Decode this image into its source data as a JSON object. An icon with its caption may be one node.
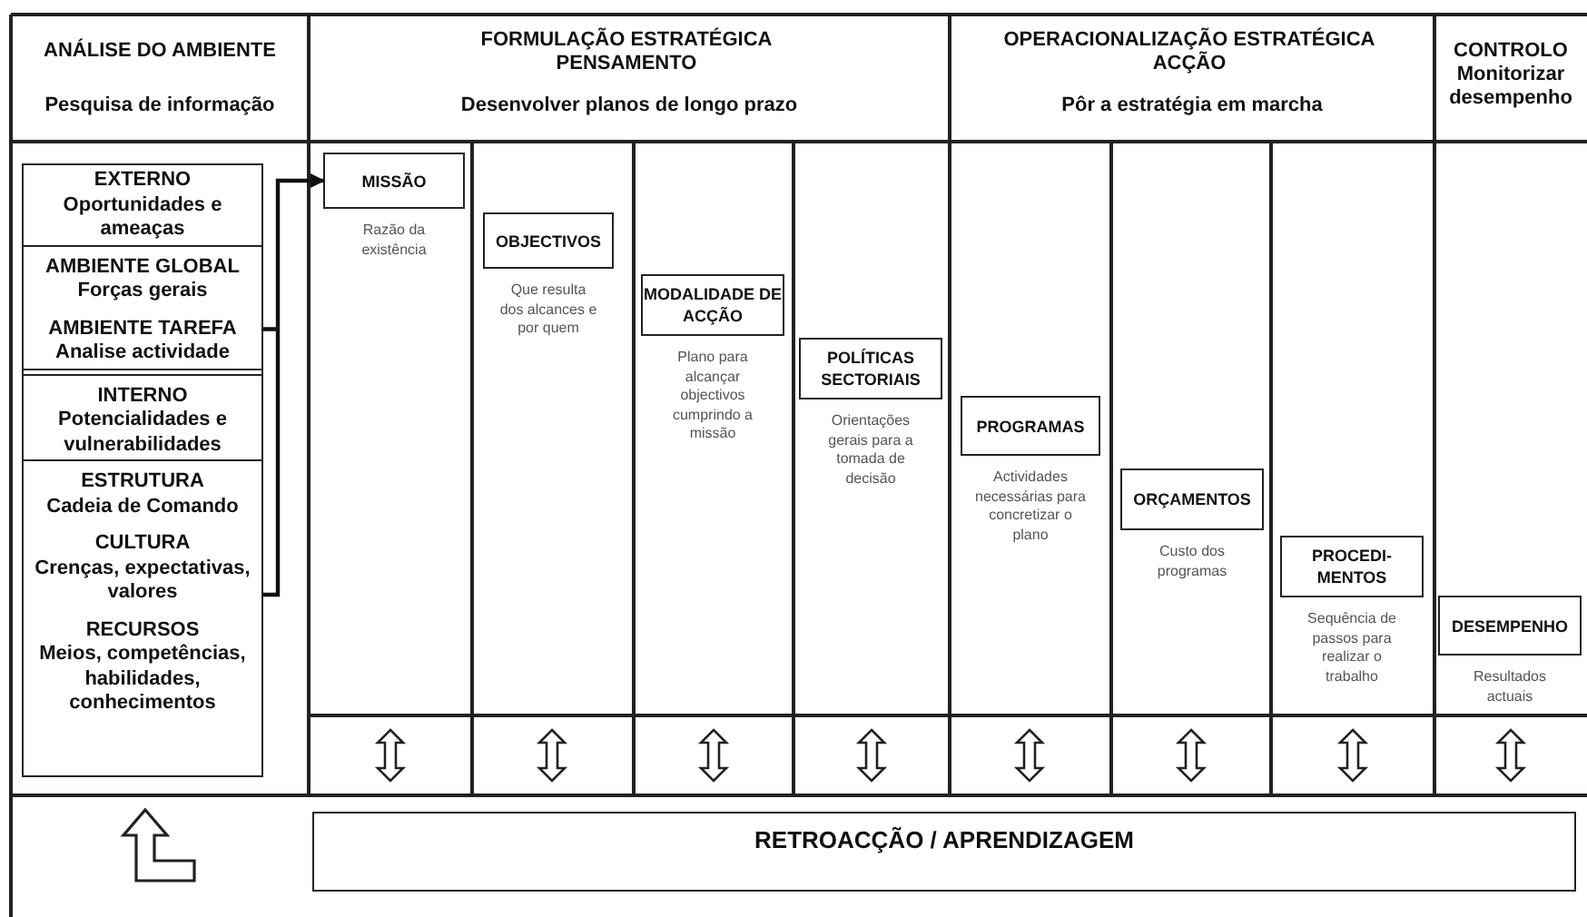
{
  "diagram": {
    "nodes": [
      {
        "text": [
          "EXTERNO",
          "Oportunidades e ameaças",
          "AMBIENTE GLOBAL",
          "Forças gerais",
          "AMBIENTE TAREFA",
          "Analise actividade",
          "INTERNO",
          "Potencialidades e vulnerabilidades",
          "ESTRUTURA",
          "Cadeia de Comando",
          "CULTURA",
          "Crenças, expectativas, valores",
          "RECURSOS",
          "Meios, competências, habilidades, conhecimentos"
        ]
      },
      {
        "text": [
          "MISSÃO"
        ],
        "beside": [
          "Razão da existência"
        ]
      },
      {
        "text": [
          "OBJECTIVOS"
        ],
        "beside": [
          "Que resulta dos alcances e por quem"
        ]
      },
      {
        "text": [
          "MODALIDADE DE ACÇÃO"
        ],
        "beside": [
          "Plano para alcançar objectivos cumprindo a missão"
        ]
      },
      {
        "text": [
          "POLÍTICAS SECTORIAIS"
        ],
        "beside": [
          "Orientações gerais para a tomada de decisão"
        ]
      },
      {
        "text": [
          "PROGRAMAS"
        ],
        "beside": [
          "Actividades necessárias para concretizar o plano"
        ]
      },
      {
        "text": [
          "ORÇAMENTOS"
        ],
        "beside": [
          "Custo dos programas"
        ]
      },
      {
        "text": [
          "PROCEDI- MENTOS"
        ],
        "beside": [
          "Sequência de passos para realizar o trabalho"
        ]
      },
      {
        "text": [
          "DESEMPENHO"
        ],
        "beside": [
          "Resultados actuais"
        ]
      },
      {
        "text": [
          "RETROACÇÃO / APRENDIZAGEM"
        ]
      }
    ],
    "edges": [
      {
        "from": 0,
        "to": 1,
        "arrow": "to"
      }
    ],
    "labels": [
      "ANÁLISE DO AMBIENTE",
      "Pesquisa de informação",
      "FORMULAÇÃO ESTRATÉGICA PENSAMENTO",
      "Desenvolver planos de longo prazo",
      "OPERACIONALIZAÇÃO ESTRATÉGICA ACÇÃO",
      "Pôr a estratégia em marcha",
      "CONTROLO Monitorizar desempenho"
    ]
  }
}
